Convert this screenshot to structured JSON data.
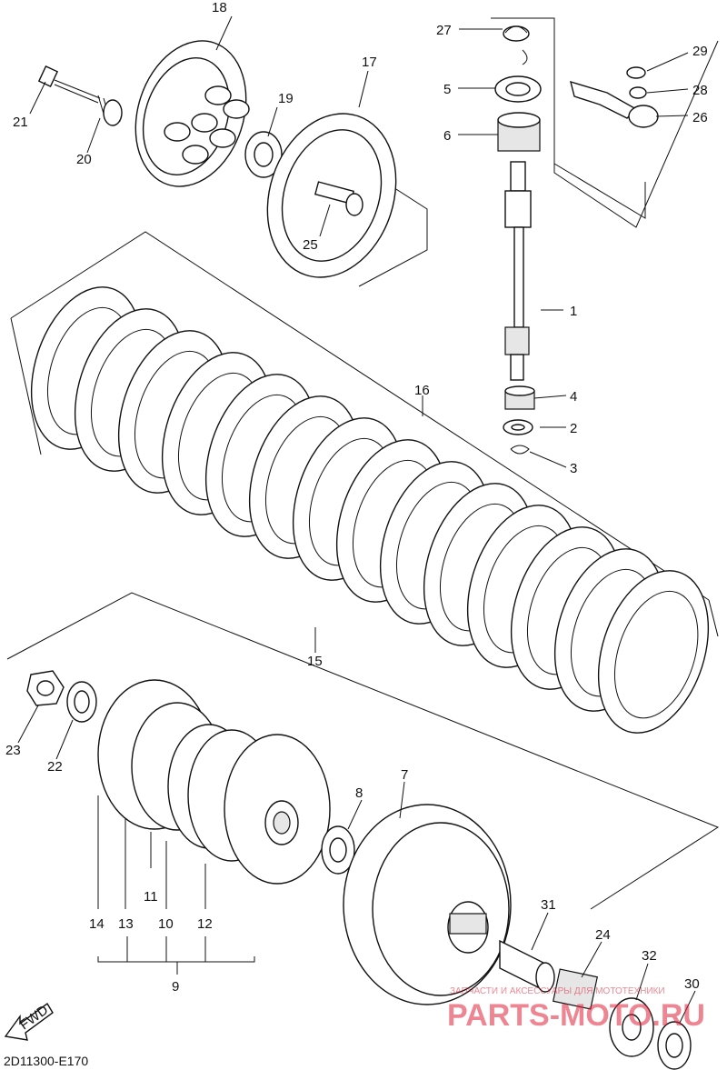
{
  "diagram": {
    "code": "2D11300-E170",
    "fwd_label": "FWD",
    "watermark": {
      "line1": "ЗАПЧАСТИ И АКСЕССУАРЫ ДЛЯ МОТОТЕХНИКИ",
      "logo": "PARTS-MOTO.RU",
      "color": "#e0243a"
    },
    "callouts": [
      "1",
      "2",
      "3",
      "4",
      "5",
      "6",
      "7",
      "8",
      "9",
      "10",
      "11",
      "12",
      "13",
      "14",
      "15",
      "16",
      "17",
      "18",
      "19",
      "20",
      "21",
      "22",
      "23",
      "24",
      "25",
      "26",
      "27",
      "28",
      "29",
      "30",
      "31",
      "32"
    ]
  }
}
